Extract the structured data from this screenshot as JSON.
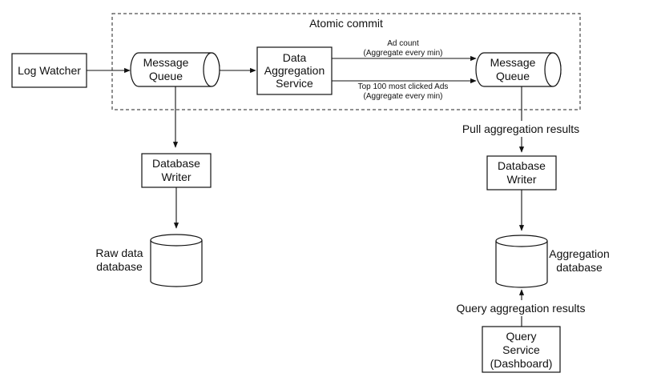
{
  "diagram": {
    "atomic_commit_label": "Atomic commit",
    "log_watcher": {
      "label": "Log Watcher"
    },
    "message_queue_1": {
      "line1": "Message",
      "line2": "Queue"
    },
    "data_aggregation_service": {
      "line1": "Data",
      "line2": "Aggregation",
      "line3": "Service"
    },
    "message_queue_2": {
      "line1": "Message",
      "line2": "Queue"
    },
    "edge_ad_count": {
      "line1": "Ad count",
      "line2": "(Aggregate every min)"
    },
    "edge_top100": {
      "line1": "Top 100 most clicked Ads",
      "line2": "(Aggregate every min)"
    },
    "database_writer_1": {
      "line1": "Database",
      "line2": "Writer"
    },
    "raw_data_database": {
      "line1": "Raw data",
      "line2": "database"
    },
    "pull_aggregation_label": "Pull aggregation results",
    "database_writer_2": {
      "line1": "Database",
      "line2": "Writer"
    },
    "aggregation_database": {
      "line1": "Aggregation",
      "line2": "database"
    },
    "query_aggregation_label": "Query aggregation results",
    "query_service": {
      "line1": "Query",
      "line2": "Service",
      "line3": "(Dashboard)"
    }
  }
}
